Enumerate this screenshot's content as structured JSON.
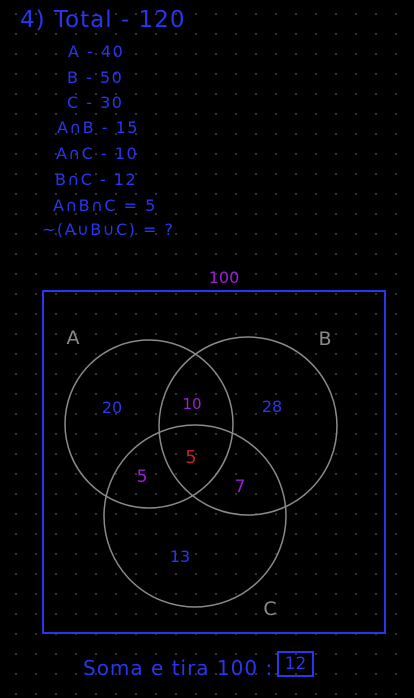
{
  "notes": {
    "title": "4) Total - 120",
    "given": [
      "A - 40",
      "B - 50",
      "C - 30",
      "A∩B - 15",
      "A∩C - 10",
      "B∩C - 12",
      "A∩B∩C = 5",
      "~(A∪B∪C) = ?"
    ]
  },
  "diagram": {
    "universe_label": "100",
    "set_labels": {
      "a": "A",
      "b": "B",
      "c": "C"
    },
    "regions": {
      "only_a": "20",
      "a_and_b": "10",
      "only_b": "28",
      "a_and_c": "5",
      "a_b_c": "5",
      "b_and_c": "7",
      "only_c": "13"
    },
    "colors": {
      "frame": "#2a35f0",
      "circles": "#8a8a8a",
      "set_labels": "#8a8a8a",
      "regions": "#2a35f0",
      "pairwise": "#9b1fd6",
      "triple": "#c0222a",
      "universe_label": "#9b1fd6"
    }
  },
  "footer": {
    "text": "Soma e tira 100 :",
    "answer": "12"
  }
}
